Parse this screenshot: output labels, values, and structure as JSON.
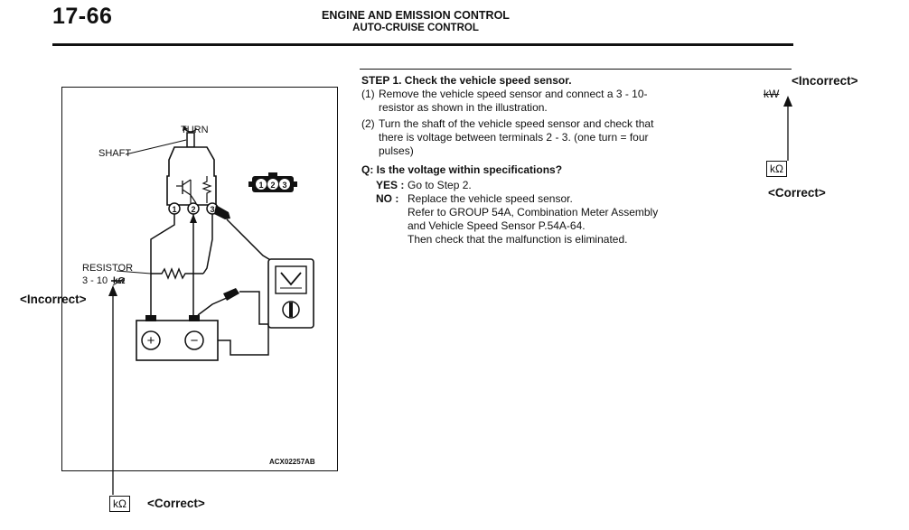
{
  "header": {
    "page_number": "17-66",
    "title": "ENGINE AND EMISSION CONTROL",
    "subtitle": "AUTO-CRUISE CONTROL"
  },
  "diagram": {
    "label_turn": "TURN",
    "label_shaft": "SHAFT",
    "label_resistor": "RESISTOR",
    "resistor_value": "3 - 10",
    "resistor_value_unit_struck": "kΩ",
    "terminal_1": "1",
    "terminal_2": "2",
    "terminal_3": "3",
    "connector_pins": [
      "1",
      "2",
      "3"
    ],
    "battery_plus": "+",
    "battery_minus": "−",
    "figure_code": "ACX02257AB"
  },
  "annotations": {
    "left_incorrect": "<Incorrect>",
    "bottom_correct": "<Correct>",
    "bottom_unit": "kΩ",
    "right_incorrect": "<Incorrect>",
    "right_correct": "<Correct>",
    "right_unit": "kΩ"
  },
  "procedure": {
    "step_title": "STEP 1. Check the vehicle speed sensor.",
    "item1_num": "(1)",
    "item1_line1": "Remove the vehicle speed sensor and connect a 3 - 10-",
    "item1_struck": "kW",
    "item1_line2": "resistor as shown in the illustration.",
    "item2_num": "(2)",
    "item2_line1": "Turn the shaft of the vehicle speed sensor and check that",
    "item2_line2": "there is voltage between terminals 2 - 3. (one turn = four",
    "item2_line3": "pulses)",
    "question": "Q: Is the voltage within specifications?",
    "yes_label": "YES :",
    "yes_text": "Go to Step 2.",
    "no_label": "NO :",
    "no_line1": "Replace the vehicle speed sensor.",
    "no_line2": "Refer to GROUP 54A, Combination Meter Assembly",
    "no_line3": "and Vehicle Speed Sensor P.54A-64.",
    "no_line4": "Then check that the malfunction is eliminated."
  }
}
